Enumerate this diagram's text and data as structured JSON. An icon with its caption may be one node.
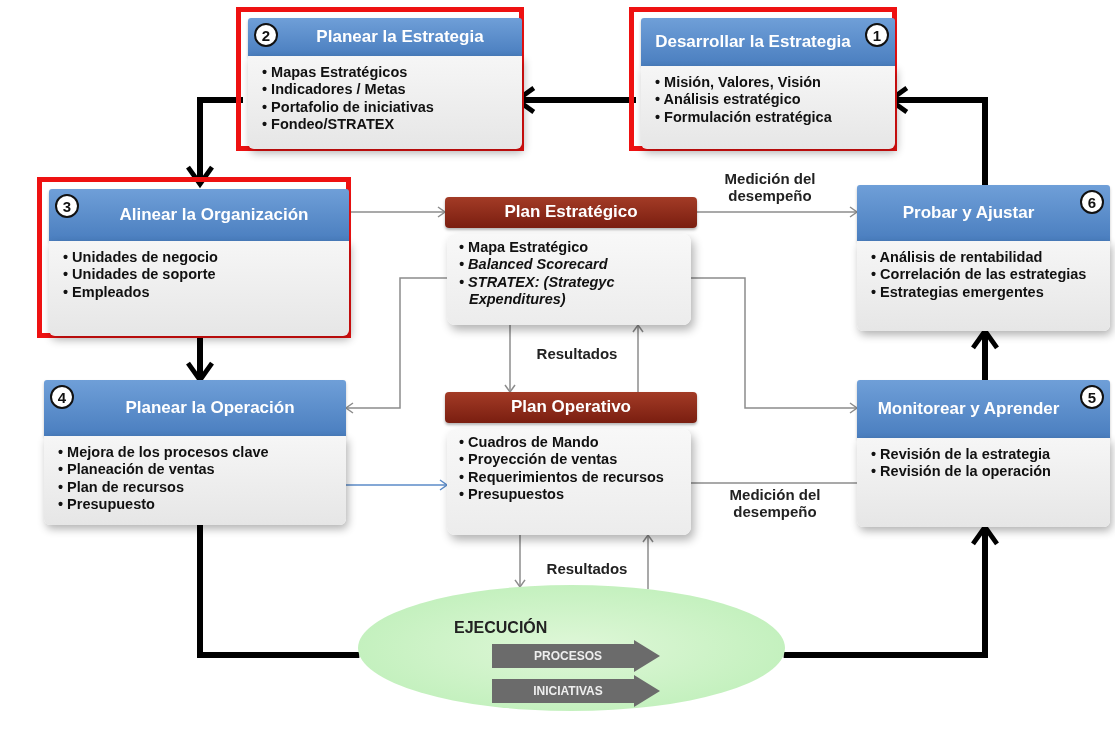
{
  "diagram": {
    "nodes": [
      {
        "text": [],
        "shape": "box"
      },
      {
        "text": [
          "2",
          "Planear la Estrategia",
          "• Mapas Estratégicos",
          "• Indicadores / Metas",
          "• Portafolio de iniciativas",
          "• Fondeo/STRATEX"
        ],
        "in": 0
      },
      {
        "text": [],
        "shape": "box"
      },
      {
        "text": [
          "1",
          "Desarrollar la Estrategia",
          "• Misión, Valores, Visión",
          "• Análisis estratégico",
          "• Formulación estratégica"
        ],
        "in": 2
      },
      {
        "text": [],
        "shape": "box"
      },
      {
        "text": [
          "3",
          "Alinear la Organización",
          "• Unidades de negocio",
          "• Unidades de soporte",
          "• Empleados"
        ],
        "in": 4
      },
      {
        "text": [
          "Plan Estratégico",
          "• Mapa Estratégico",
          "• Balanced Scorecard",
          "• STRATEX: (Strategyc Expenditures)"
        ]
      },
      {
        "text": [
          "6",
          "Probar y Ajustar",
          "• Análisis de rentabilidad",
          "• Correlación de las estrategias",
          "• Estrategias emergentes"
        ]
      },
      {
        "text": [
          "4",
          "Planear la Operación",
          "• Mejora de los procesos clave",
          "• Planeación de ventas",
          "• Plan de recursos",
          "• Presupuesto"
        ]
      },
      {
        "text": [
          "Plan Operativo",
          "• Cuadros de Mando",
          "• Proyección de ventas",
          "• Requerimientos de recursos",
          "• Presupuestos"
        ]
      },
      {
        "text": [
          "5",
          "Monitorear y Aprender",
          "• Revisión de la estrategia",
          "• Revisión de la operación"
        ]
      },
      {
        "text": [
          "EJECUCIÓN"
        ]
      },
      {
        "text": [
          "PROCESOS"
        ],
        "in": 11
      },
      {
        "text": [
          "INICIATIVAS"
        ],
        "in": 11
      }
    ],
    "edges": [
      {
        "from": 3,
        "to": 1,
        "arrow": "to",
        "style": "thick",
        "color": "#000000"
      },
      {
        "from": 1,
        "to": 5,
        "arrow": "to",
        "style": "thick",
        "color": "#000000"
      },
      {
        "from": 5,
        "to": 8,
        "arrow": "to",
        "style": "thick",
        "color": "#000000"
      },
      {
        "from": 7,
        "to": 3,
        "arrow": "to",
        "style": "thick",
        "color": "#000000"
      },
      {
        "from": 10,
        "to": 7,
        "arrow": "to",
        "style": "thick",
        "color": "#000000"
      },
      {
        "from": 8,
        "to": 11,
        "arrow": "none",
        "style": "thick",
        "color": "#000000"
      },
      {
        "from": 11,
        "to": 10,
        "arrow": "to",
        "style": "thick",
        "color": "#000000"
      },
      {
        "from": 5,
        "to": 6,
        "arrow": "to"
      },
      {
        "from": 6,
        "to": 7,
        "arrow": "to",
        "label": "Medición del desempeño"
      },
      {
        "from": 6,
        "to": 8,
        "arrow": "to"
      },
      {
        "from": 6,
        "to": 10,
        "arrow": "to"
      },
      {
        "from": 6,
        "to": 9,
        "arrow": "to",
        "label": "Resultados"
      },
      {
        "from": 9,
        "to": 6,
        "arrow": "to"
      },
      {
        "from": 8,
        "to": 9,
        "arrow": "to",
        "color": "#5b8bc9"
      },
      {
        "from": 9,
        "to": 10,
        "arrow": "none",
        "label": "Medición del desempeño"
      },
      {
        "from": 9,
        "to": 11,
        "arrow": "to",
        "label": "Resultados"
      },
      {
        "from": 11,
        "to": 9,
        "arrow": "to"
      }
    ]
  }
}
